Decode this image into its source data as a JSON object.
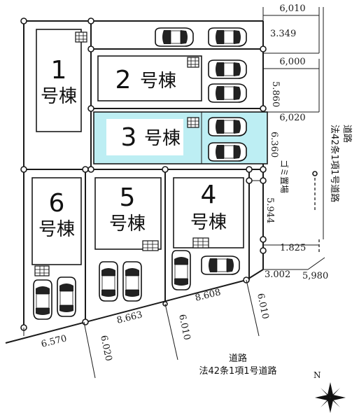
{
  "buildings": [
    {
      "id": "1",
      "number": "1",
      "suffix": "号棟"
    },
    {
      "id": "2",
      "number": "2",
      "suffix": "号棟"
    },
    {
      "id": "3",
      "number": "3",
      "suffix": "号棟"
    },
    {
      "id": "4",
      "number": "4",
      "suffix": "号棟"
    },
    {
      "id": "5",
      "number": "5",
      "suffix": "号棟"
    },
    {
      "id": "6",
      "number": "6",
      "suffix": "号棟"
    }
  ],
  "dimensions": {
    "top_width_1": "6,010",
    "top_gap": "3.349",
    "top_width_2": "6,000",
    "lot2_depth": "5.860",
    "top_width_3": "6,020",
    "lot3_depth": "6.360",
    "lot4_depth": "5.944",
    "lot4_small": "1.825",
    "corner_small": "3.002",
    "corner_width": "5,980",
    "front_8608": "8.608",
    "front_6010_right": "6.010",
    "front_8663": "8.663",
    "front_6010_mid": "6.010",
    "front_6570": "6.570",
    "front_6020": "6.020"
  },
  "labels": {
    "gomi": "ゴミ置場",
    "road_side_line1": "道路",
    "road_side_line2": "法42条1項1号道路",
    "road_front_line1": "道路",
    "road_front_line2": "法42条1項1号道路",
    "compass_n": "N"
  },
  "colors": {
    "highlight_lot": "#bdeef3"
  }
}
